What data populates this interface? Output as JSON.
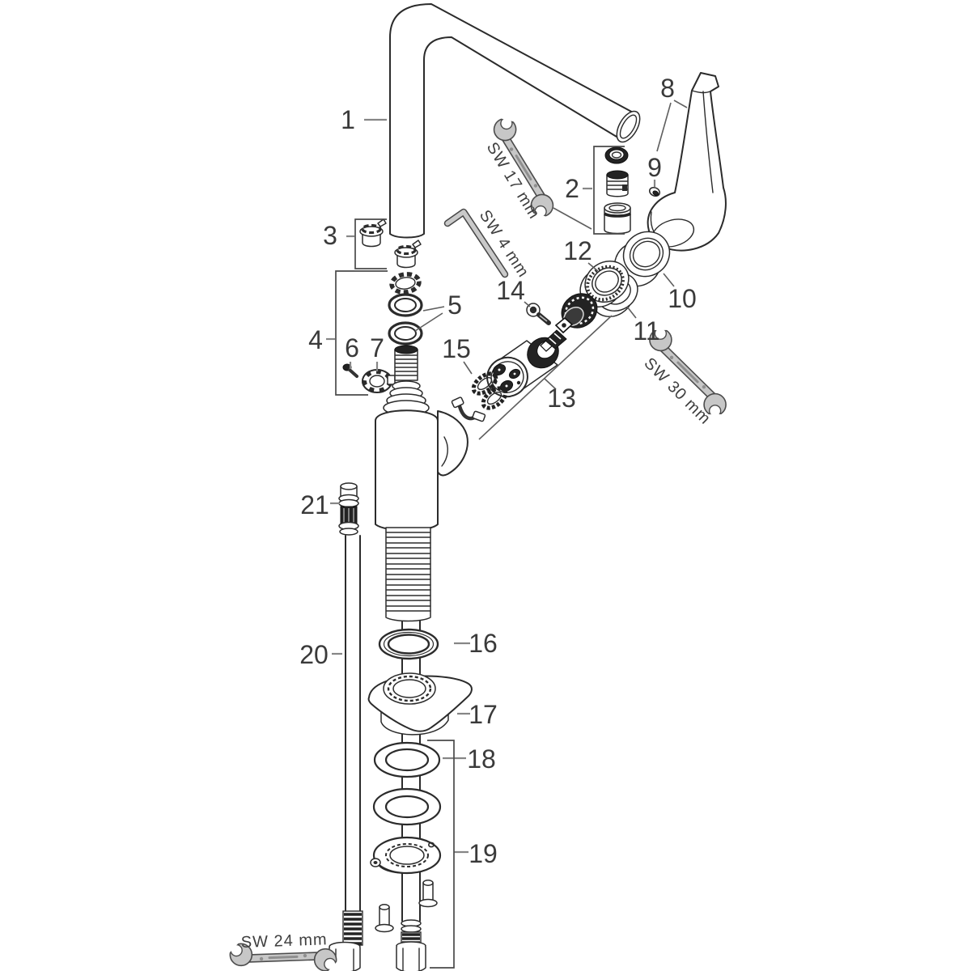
{
  "diagram": {
    "kind": "exploded-parts-diagram",
    "background": "#ffffff"
  },
  "parts": [
    {
      "number": "1"
    },
    {
      "number": "2"
    },
    {
      "number": "3"
    },
    {
      "number": "4"
    },
    {
      "number": "5"
    },
    {
      "number": "6"
    },
    {
      "number": "7"
    },
    {
      "number": "8"
    },
    {
      "number": "9"
    },
    {
      "number": "10"
    },
    {
      "number": "11"
    },
    {
      "number": "12"
    },
    {
      "number": "13"
    },
    {
      "number": "14"
    },
    {
      "number": "15"
    },
    {
      "number": "16"
    },
    {
      "number": "17"
    },
    {
      "number": "18"
    },
    {
      "number": "19"
    },
    {
      "number": "20"
    },
    {
      "number": "21"
    }
  ],
  "tools": [
    {
      "label": "SW 17 mm",
      "icon": "open-end-wrench-icon"
    },
    {
      "label": "SW 4 mm",
      "icon": "hex-key-icon"
    },
    {
      "label": "SW 30 mm",
      "icon": "open-end-wrench-icon"
    },
    {
      "label": "SW 24 mm",
      "icon": "open-end-wrench-icon"
    }
  ],
  "colors": {
    "line": "#2b2b2b",
    "leader": "#868686",
    "text": "#3a3a3a",
    "tool_fill": "#c7c7c7",
    "tool_outline": "#4c4c4c",
    "dark_part": "#232323",
    "background": "#ffffff"
  }
}
